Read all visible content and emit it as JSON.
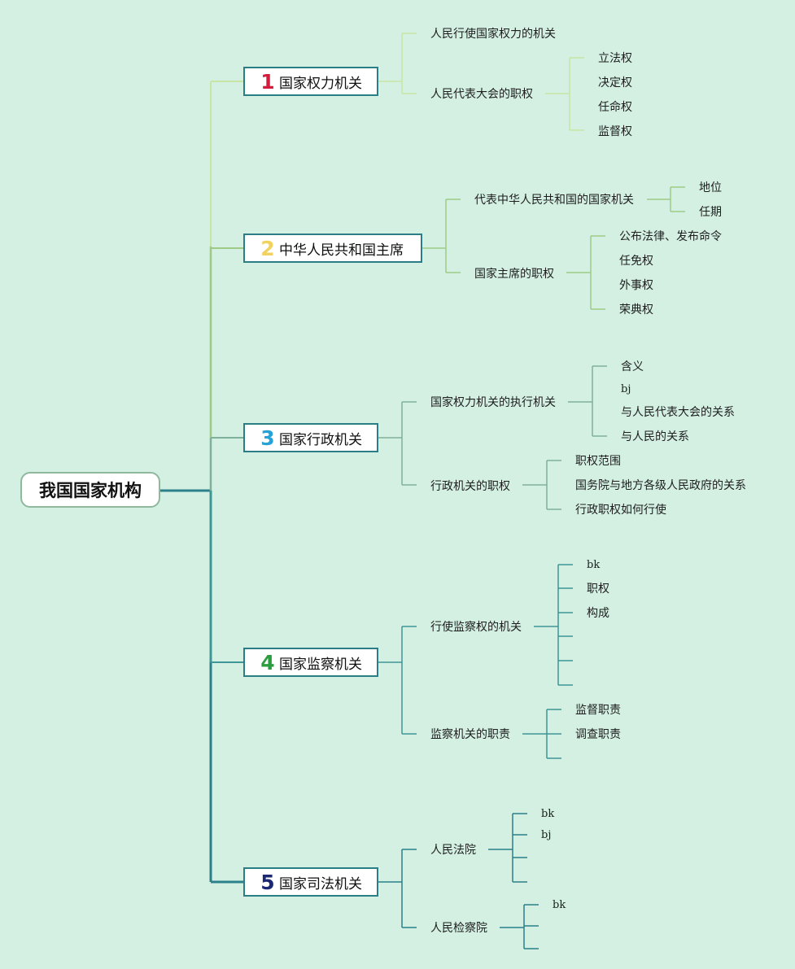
{
  "root": {
    "label": "我国国家机构"
  },
  "colors": {
    "background": "#d3f0e3",
    "branch1": "#c7e6a5",
    "branch2": "#9fca86",
    "branch3": "#7fb09a",
    "branch4": "#3e9696",
    "branch5": "#2b8089",
    "num1": "#d41d3d",
    "num2": "#f2d25e",
    "num3": "#27a1d6",
    "num4": "#2a9d3f",
    "num5": "#1b2873"
  },
  "branches": [
    {
      "num": "1",
      "label": "国家权力机关",
      "children": [
        {
          "label": "人民行使国家权力的机关",
          "children": []
        },
        {
          "label": "人民代表大会的职权",
          "children": [
            "立法权",
            "决定权",
            "任命权",
            "监督权"
          ]
        }
      ]
    },
    {
      "num": "2",
      "label": "中华人民共和国主席",
      "children": [
        {
          "label": "代表中华人民共和国的国家机关",
          "children": [
            "地位",
            "任期"
          ]
        },
        {
          "label": "国家主席的职权",
          "children": [
            "公布法律、发布命令",
            "任免权",
            "外事权",
            "荣典权"
          ]
        }
      ]
    },
    {
      "num": "3",
      "label": "国家行政机关",
      "children": [
        {
          "label": "国家权力机关的执行机关",
          "children": [
            "含义",
            "bj",
            "与人民代表大会的关系",
            "与人民的关系"
          ]
        },
        {
          "label": "行政机关的职权",
          "children": [
            "职权范围",
            "国务院与地方各级人民政府的关系",
            "行政职权如何行使"
          ]
        }
      ]
    },
    {
      "num": "4",
      "label": "国家监察机关",
      "children": [
        {
          "label": "行使监察权的机关",
          "children": [
            "bk",
            "职权",
            "构成",
            "",
            "",
            ""
          ]
        },
        {
          "label": "监察机关的职责",
          "children": [
            "监督职责",
            "调查职责",
            ""
          ]
        }
      ]
    },
    {
      "num": "5",
      "label": "国家司法机关",
      "children": [
        {
          "label": "人民法院",
          "children": [
            "bk",
            "bj",
            "",
            ""
          ]
        },
        {
          "label": "人民检察院",
          "children": [
            "bk",
            "",
            ""
          ]
        }
      ]
    }
  ]
}
